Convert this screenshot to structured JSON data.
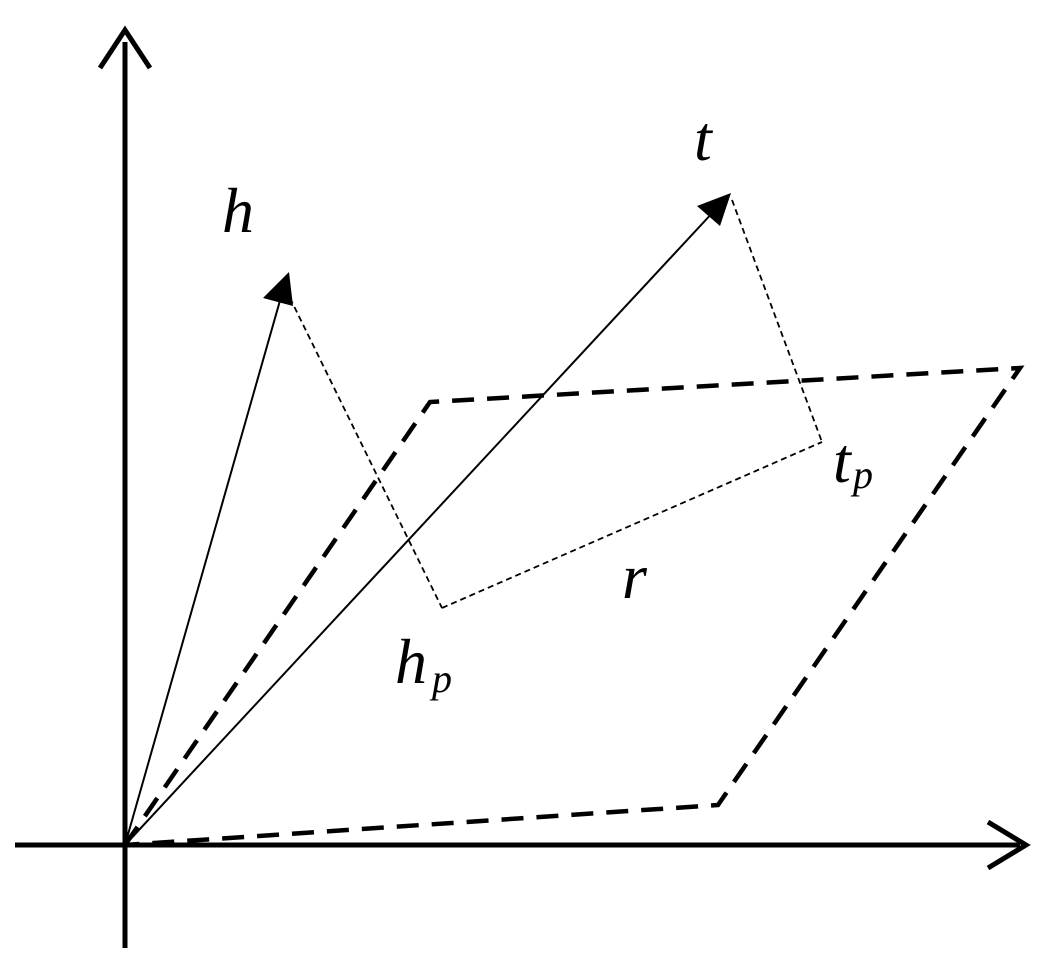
{
  "diagram": {
    "labels": {
      "h": "h",
      "t": "t",
      "r": "r",
      "hp_base": "h",
      "hp_sub": "p",
      "tp_base": "t",
      "tp_sub": "p"
    },
    "colors": {
      "stroke": "#000000",
      "background": "#ffffff"
    }
  }
}
